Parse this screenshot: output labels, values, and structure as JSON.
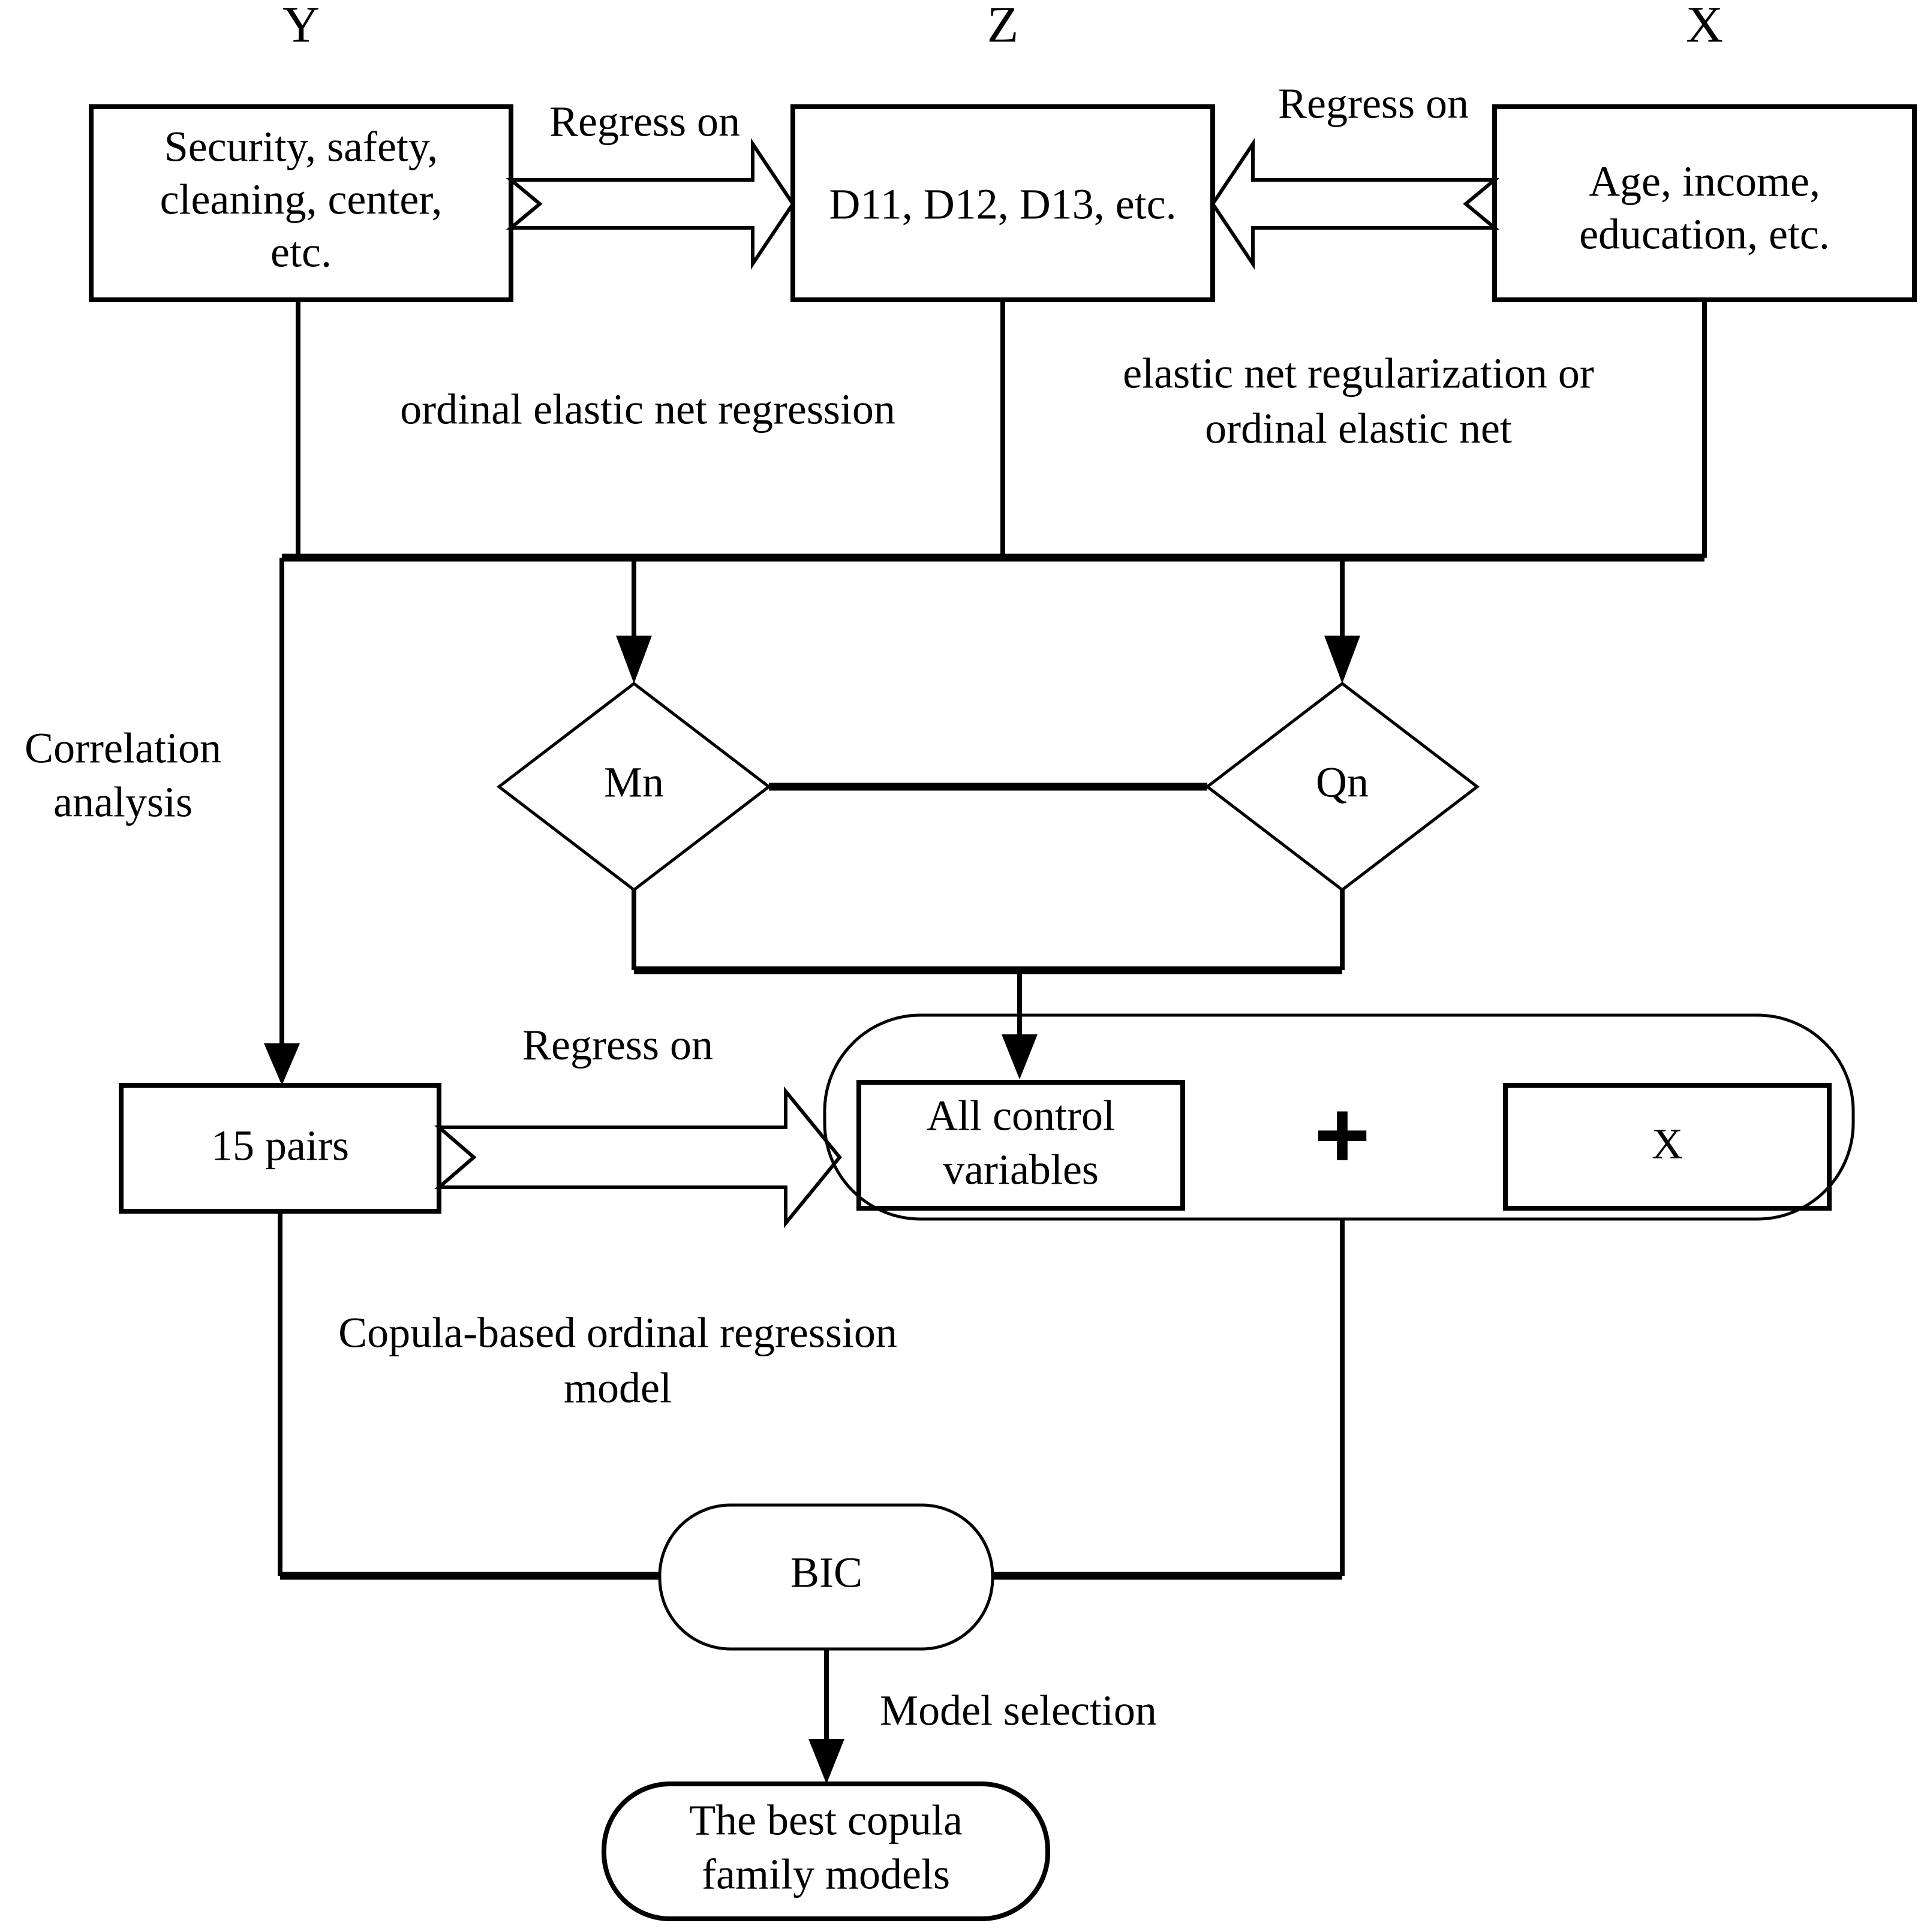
{
  "diagram": {
    "title_labels": {
      "y": "Y",
      "z": "Z",
      "x": "X"
    },
    "nodes": {
      "y_box": "Security, safety, cleaning, center, etc.",
      "y_box_lines": [
        "Security, safety,",
        "cleaning, center,",
        "etc."
      ],
      "z_box": "D11, D12, D13, etc.",
      "x_box": "Age, income, education, etc.",
      "x_box_lines": [
        "Age, income,",
        "education, etc."
      ],
      "diamond_left": "Mn",
      "diamond_right": "Qn",
      "pairs_box": "15 pairs",
      "control_box": "All control variables",
      "control_box_lines": [
        "All control",
        "variables"
      ],
      "plus_symbol": "+",
      "x_inner_box": "X",
      "bic_node": "BIC",
      "final_node": "The best copula family models",
      "final_node_lines": [
        "The best copula",
        "family models"
      ]
    },
    "edge_labels": {
      "regress_on_left": "Regress on",
      "regress_on_right": "Regress on",
      "regress_on_pairs": "Regress on",
      "ordinal_elastic_net_regression": "ordinal elastic net regression",
      "elastic_net_regularization": "elastic net regularization or",
      "elastic_net_regularization_line2": "ordinal elastic net",
      "correlation_analysis_line1": "Correlation",
      "correlation_analysis_line2": "analysis",
      "copula_model_line1": "Copula-based ordinal regression",
      "copula_model_line2": "model",
      "model_selection": "Model selection"
    },
    "colors": {
      "stroke": "#000000",
      "fill": "#ffffff",
      "background": "#ffffff"
    }
  }
}
